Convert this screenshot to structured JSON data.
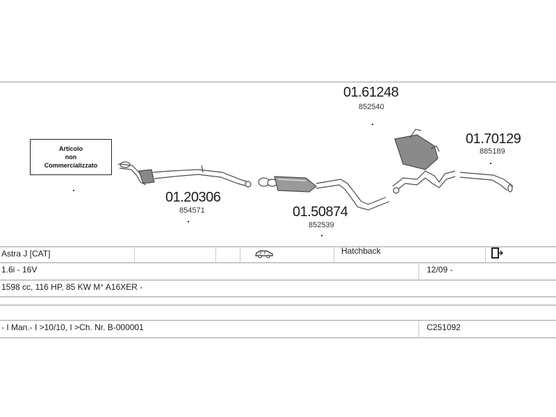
{
  "parts": [
    {
      "code": "01.61248",
      "ref": "852540"
    },
    {
      "code": "01.70129",
      "ref": "885189"
    },
    {
      "code": "01.20306",
      "ref": "854571"
    },
    {
      "code": "01.50874",
      "ref": "852539"
    }
  ],
  "unavailable_box": {
    "line1": "Articolo",
    "line2": "non",
    "line3": "Commercializzato"
  },
  "vehicle": {
    "model": "Astra J  [CAT]",
    "body_type": "Hatchback",
    "car_icon": "car-icon",
    "doc_icon": "document-arrow-icon",
    "engine": "1.6i - 16V",
    "date_range": "12/09 -",
    "specs": "1598 cc, 116 HP, 85 KW M° A16XER -",
    "notes": "- I Man.- I >10/10, I >Ch. Nr. B-000001",
    "catalog_code": "C251092"
  },
  "colors": {
    "line": "#c8c8c8",
    "part": "#5a5a5a"
  }
}
